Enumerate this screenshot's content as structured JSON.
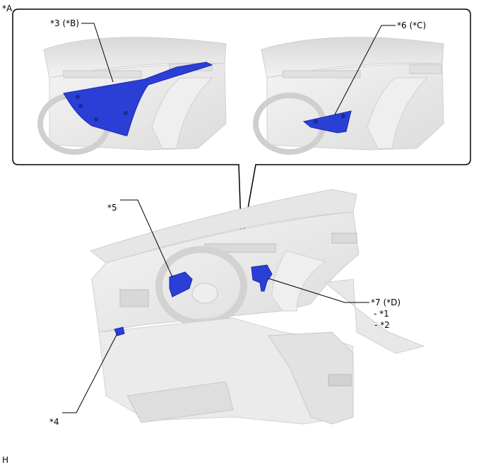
{
  "figure": {
    "corner_label": "*A",
    "footer_label": "H",
    "highlight_color": "#2a3fd6",
    "part_shade": "#e9e9e9"
  },
  "callout_box": {
    "left_view": {
      "label": "*3 (*B)"
    },
    "right_view": {
      "label": "*6 (*C)"
    }
  },
  "main_view": {
    "labels": {
      "p5": "*5",
      "p4": "*4",
      "p7": "*7 (*D)",
      "p7_sub1": "- *1",
      "p7_sub2": "- *2"
    }
  }
}
